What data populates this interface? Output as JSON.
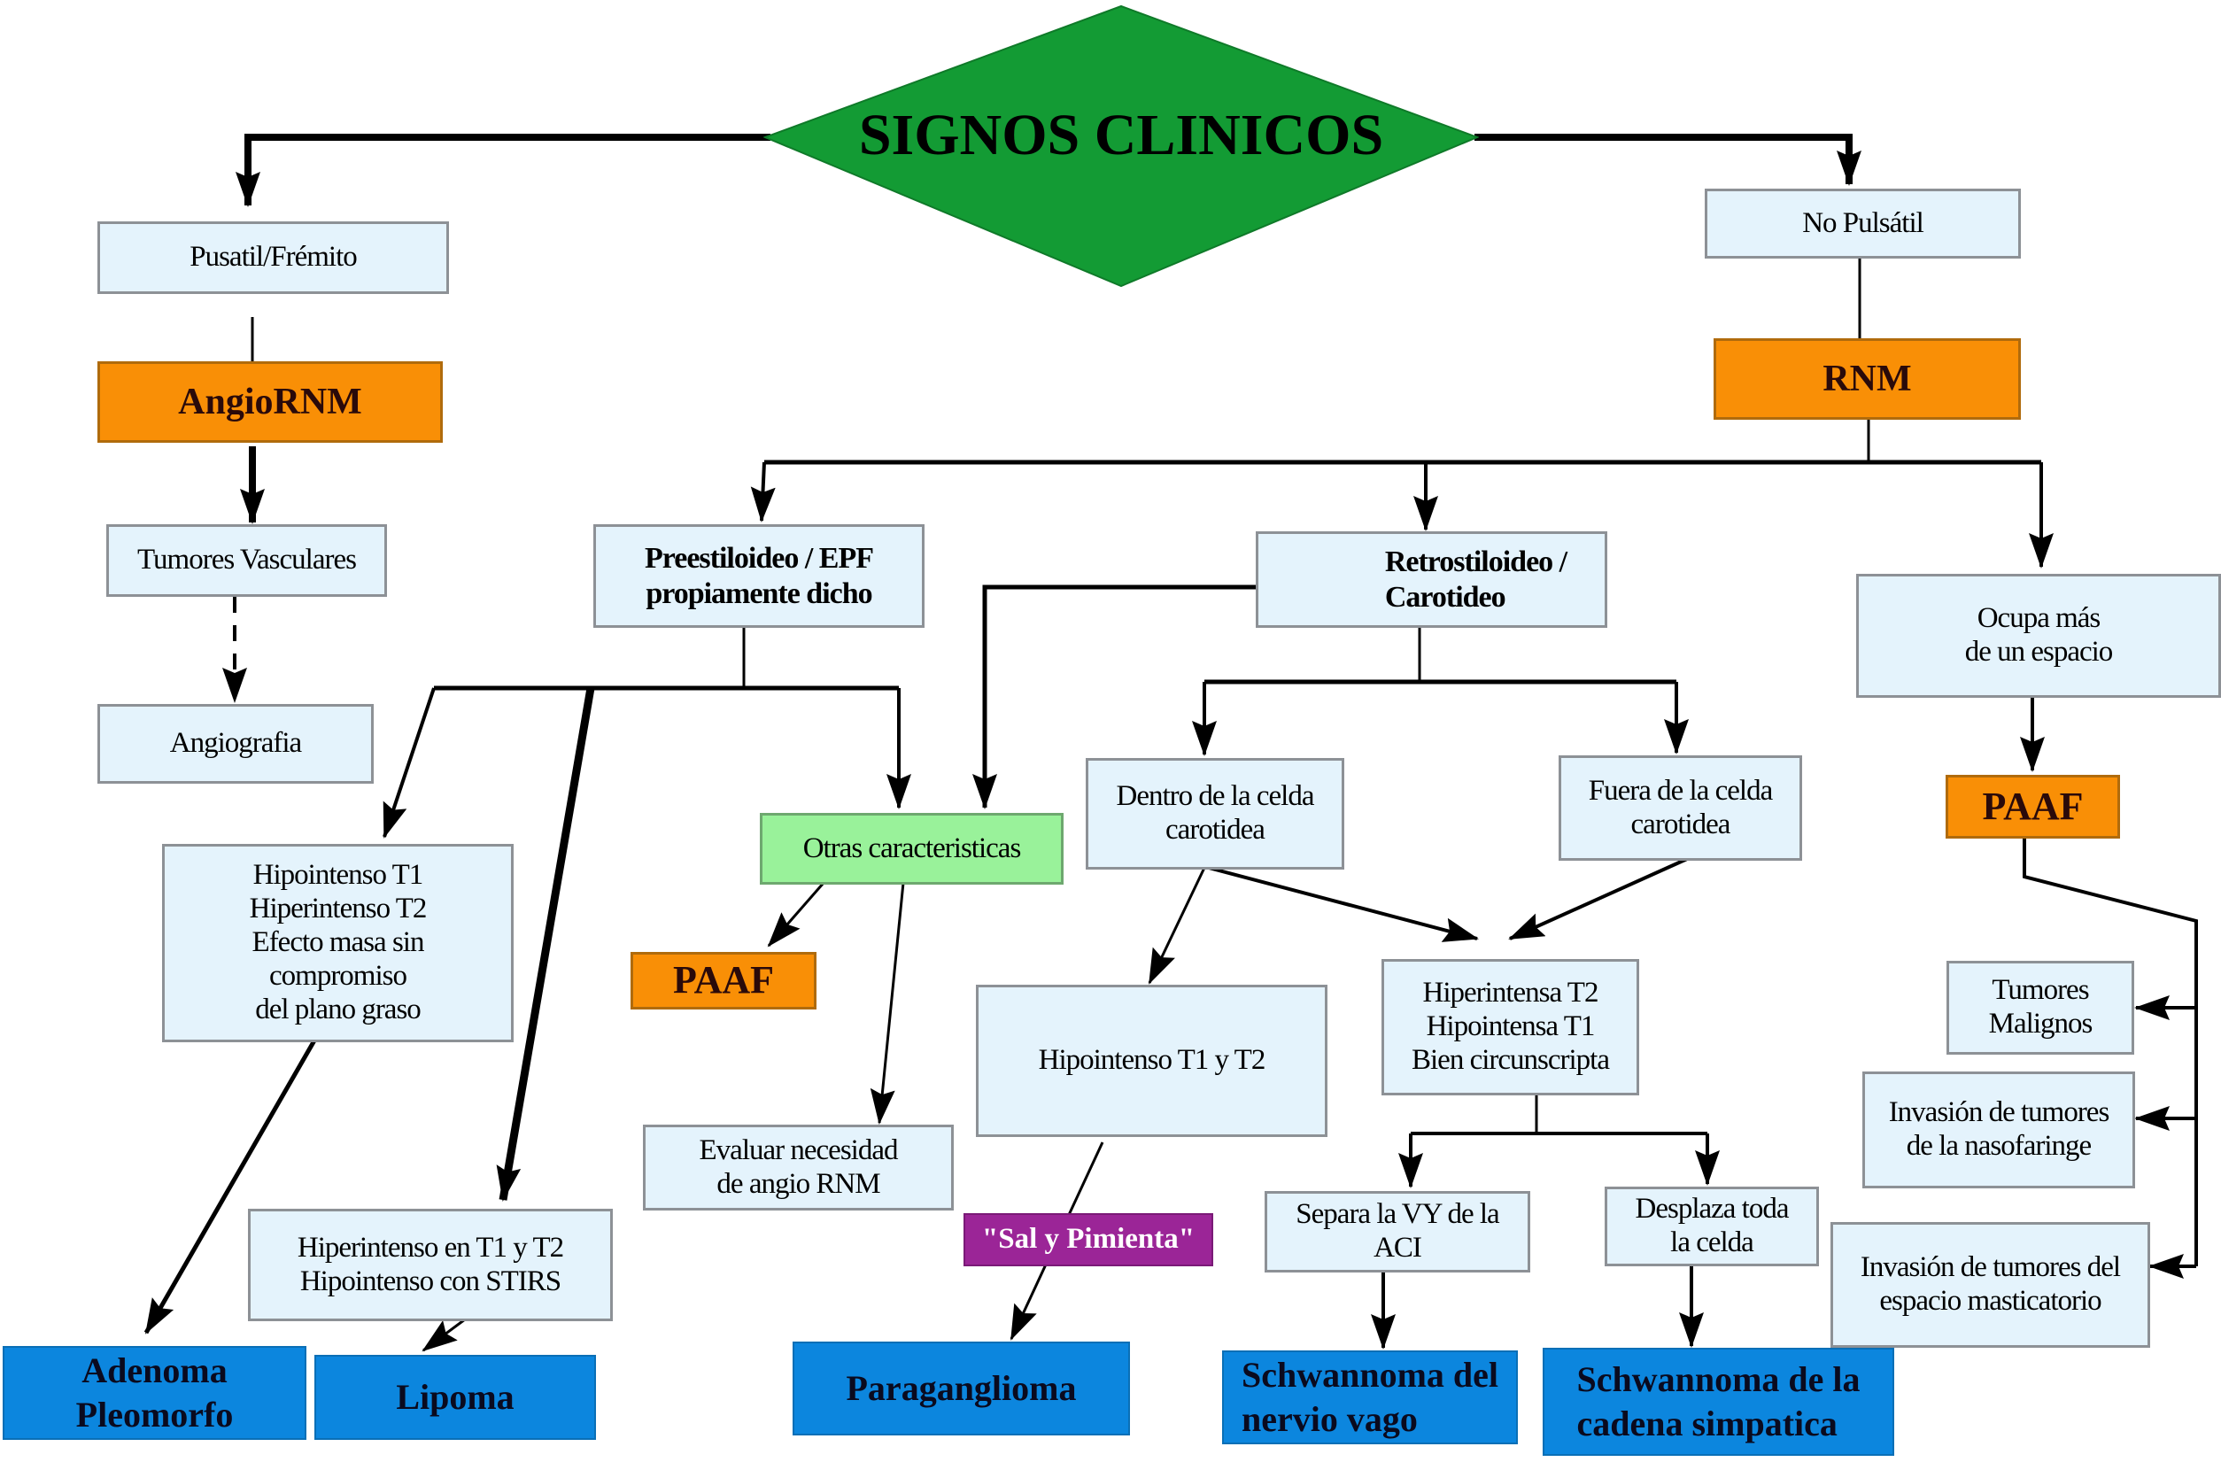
{
  "diagram": {
    "title": "SIGNOS CLINICOS",
    "colors": {
      "root": "#139b34",
      "info_box": "#e4f3fc",
      "exam_box": "#f98f06",
      "green_box": "#99f29a",
      "purple_box": "#9b2597",
      "diagnosis_box": "#0c86de",
      "edge": "#000000"
    },
    "nodes": {
      "pulsatil": "Pusatil/Frémito",
      "angiornm": "AngioRNM",
      "tumores_vasculares": "Tumores Vasculares",
      "angiografia": "Angiografia",
      "no_pulsatil": "No Pulsátil",
      "rnm": "RNM",
      "preestiloideo": "Preestiloideo / EPF\npropiamente dicho",
      "retrostiloideo": "Retrostiloideo /\nCarotideo",
      "ocupa_mas": "Ocupa más\nde un espacio",
      "paaf_right": "PAAF",
      "dentro_celda": "Dentro de la celda\ncarotidea",
      "fuera_celda": "Fuera de la celda\ncarotidea",
      "otras_caracteristicas": "Otras caracteristicas",
      "paaf_mid": "PAAF",
      "hipo_t1_hiper_t2": "Hipointenso T1\nHiperintenso T2\nEfecto masa sin\ncompromiso\ndel plano graso",
      "hipo_t1_t2": "Hipointenso T1 y T2",
      "hiper_t2_hipo_t1": "Hiperintensa T2\nHipointensa T1\nBien circunscripta",
      "evaluar_angio": "Evaluar necesidad\nde angio RNM",
      "hiper_t1_t2_stir": "Hiperintenso en T1 y T2\nHipointenso con STIRS",
      "sal_pimienta": "\"Sal y Pimienta\"",
      "separa_vy": "Separa la VY de la\nACI",
      "desplaza_celda": "Desplaza toda\nla celda",
      "tumores_malignos": "Tumores\nMalignos",
      "invasion_nasofaringe": "Invasión de tumores\nde la nasofaringe",
      "invasion_masticatorio": "Invasión de tumores del\nespacio masticatorio",
      "adenoma": "Adenoma\nPleomorfo",
      "lipoma": "Lipoma",
      "paraganglioma": "Paraganglioma",
      "schwannoma_vago": "Schwannoma del\nnervio vago",
      "schwannoma_simpatica": "Schwannoma de la\ncadena simpatica"
    },
    "edges": [
      {
        "from": "signos_clinicos",
        "to": "pulsatil"
      },
      {
        "from": "signos_clinicos",
        "to": "no_pulsatil"
      },
      {
        "from": "pulsatil",
        "to": "angiornm"
      },
      {
        "from": "angiornm",
        "to": "tumores_vasculares"
      },
      {
        "from": "tumores_vasculares",
        "to": "angiografia",
        "style": "dashed"
      },
      {
        "from": "no_pulsatil",
        "to": "rnm"
      },
      {
        "from": "rnm",
        "to": "preestiloideo"
      },
      {
        "from": "rnm",
        "to": "retrostiloideo"
      },
      {
        "from": "rnm",
        "to": "ocupa_mas"
      },
      {
        "from": "preestiloideo",
        "to": "hipo_t1_hiper_t2"
      },
      {
        "from": "preestiloideo",
        "to": "hiper_t1_t2_stir"
      },
      {
        "from": "preestiloideo",
        "to": "otras_caracteristicas"
      },
      {
        "from": "retrostiloideo",
        "to": "otras_caracteristicas"
      },
      {
        "from": "retrostiloideo",
        "to": "dentro_celda"
      },
      {
        "from": "retrostiloideo",
        "to": "fuera_celda"
      },
      {
        "from": "otras_caracteristicas",
        "to": "paaf_mid"
      },
      {
        "from": "otras_caracteristicas",
        "to": "evaluar_angio"
      },
      {
        "from": "dentro_celda",
        "to": "hipo_t1_t2"
      },
      {
        "from": "dentro_celda",
        "to": "hiper_t2_hipo_t1"
      },
      {
        "from": "fuera_celda",
        "to": "hiper_t2_hipo_t1"
      },
      {
        "from": "hipo_t1_t2",
        "to": "paraganglioma",
        "label": "sal_pimienta"
      },
      {
        "from": "hiper_t2_hipo_t1",
        "to": "separa_vy"
      },
      {
        "from": "hiper_t2_hipo_t1",
        "to": "desplaza_celda"
      },
      {
        "from": "separa_vy",
        "to": "schwannoma_vago"
      },
      {
        "from": "desplaza_celda",
        "to": "schwannoma_simpatica"
      },
      {
        "from": "hipo_t1_hiper_t2",
        "to": "adenoma"
      },
      {
        "from": "hiper_t1_t2_stir",
        "to": "lipoma"
      },
      {
        "from": "ocupa_mas",
        "to": "paaf_right"
      },
      {
        "from": "paaf_right",
        "to": "tumores_malignos"
      },
      {
        "from": "paaf_right",
        "to": "invasion_nasofaringe"
      },
      {
        "from": "paaf_right",
        "to": "invasion_masticatorio"
      }
    ]
  }
}
